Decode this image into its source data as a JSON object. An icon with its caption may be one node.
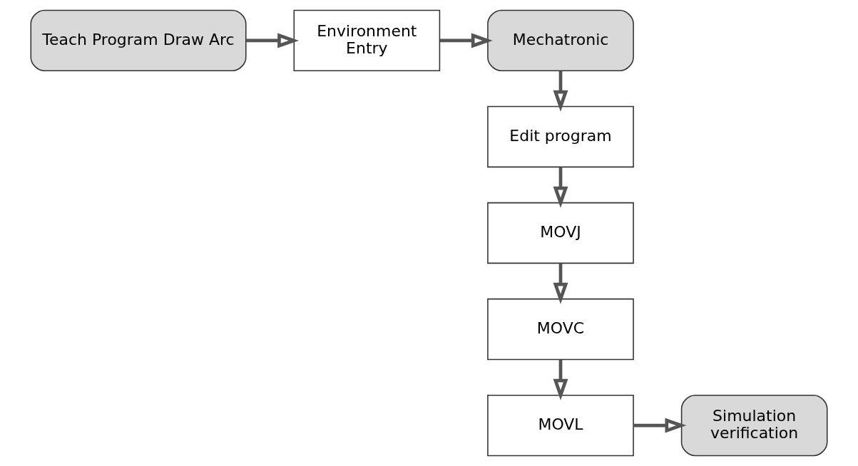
{
  "diagram": {
    "nodes": [
      {
        "text": [
          "Teach Program Draw Arc"
        ]
      },
      {
        "text": [
          "Environment Entry"
        ]
      },
      {
        "text": [
          "Mechatronic"
        ]
      },
      {
        "text": [
          "Edit program"
        ]
      },
      {
        "text": [
          "MOVJ"
        ]
      },
      {
        "text": [
          "MOVC"
        ]
      },
      {
        "text": [
          "MOVL"
        ]
      },
      {
        "text": [
          "Simulation verification"
        ]
      }
    ],
    "edges": [
      {
        "from": 0,
        "to": 1,
        "arrow": "to"
      },
      {
        "from": 1,
        "to": 2,
        "arrow": "to"
      },
      {
        "from": 2,
        "to": 3,
        "arrow": "to"
      },
      {
        "from": 3,
        "to": 4,
        "arrow": "to"
      },
      {
        "from": 4,
        "to": 5,
        "arrow": "to"
      },
      {
        "from": 5,
        "to": 6,
        "arrow": "to"
      },
      {
        "from": 6,
        "to": 7,
        "arrow": "to"
      }
    ]
  }
}
